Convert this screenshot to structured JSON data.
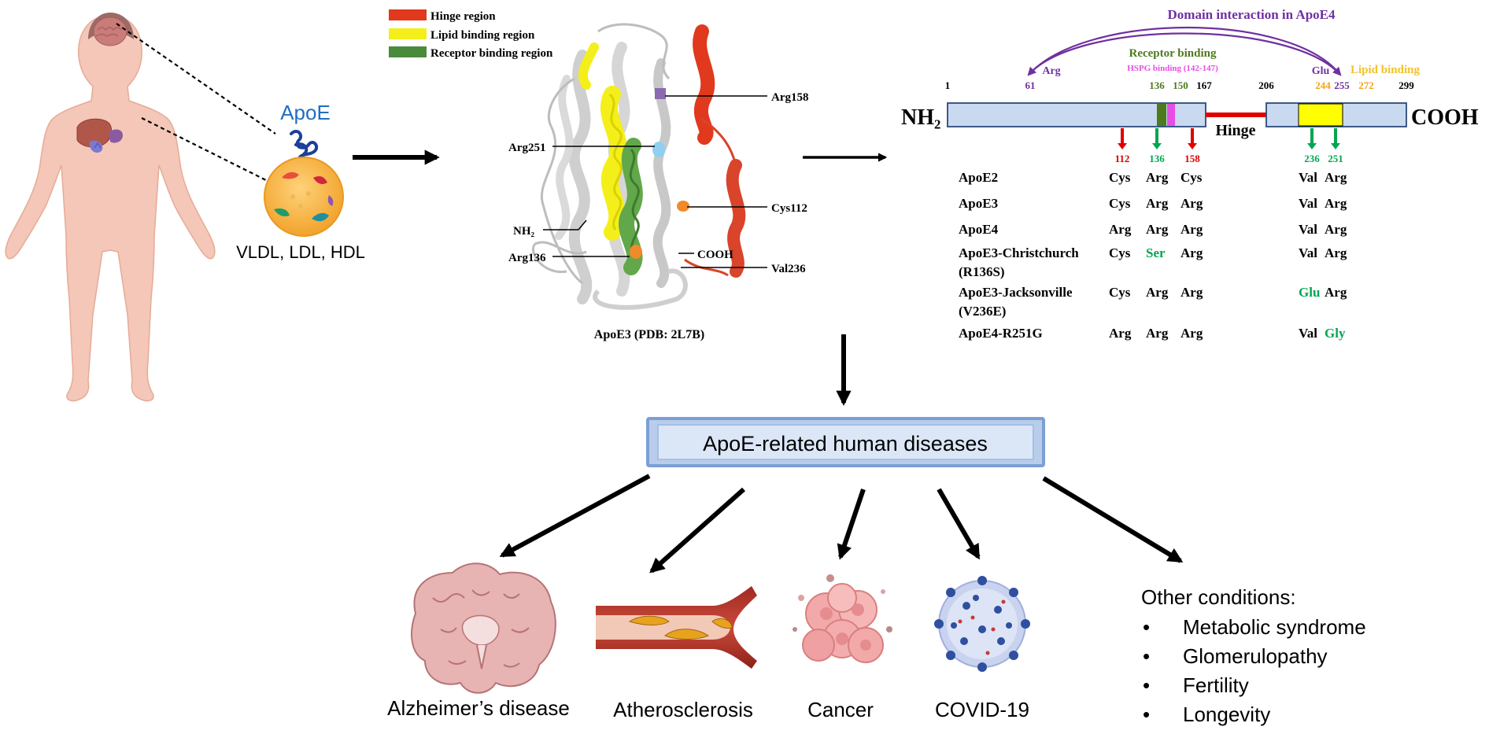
{
  "left_panel": {
    "apoe_label": "ApoE",
    "lipoprotein_label": "VLDL, LDL, HDL"
  },
  "structure": {
    "legend": [
      {
        "label": "Hinge region",
        "color": "#e0391e"
      },
      {
        "label": "Lipid binding region",
        "color": "#f4ef1a"
      },
      {
        "label": "Receptor binding region",
        "color": "#4a8a3b"
      }
    ],
    "labels": {
      "arg158": "Arg158",
      "arg251": "Arg251",
      "cys112": "Cys112",
      "nh2": "NH₂",
      "arg136": "Arg136",
      "cooh": "COOH",
      "val236": "Val236"
    },
    "caption": "ApoE3 (PDB: 2L7B)"
  },
  "domain_map": {
    "title": "Domain interaction in ApoE4",
    "arg_label": "Arg",
    "glu_label": "Glu",
    "receptor_binding": "Receptor binding",
    "hspg_binding": "HSPG binding (142-147)",
    "lipid_binding": "Lipid binding",
    "nh2": "NH₂",
    "cooh": "COOH",
    "hinge": "Hinge",
    "positions": {
      "p1": "1",
      "p61": "61",
      "p136": "136",
      "p150": "150",
      "p167": "167",
      "p206": "206",
      "p244": "244",
      "p255": "255",
      "p272": "272",
      "p299": "299"
    },
    "sites": {
      "s112": "112",
      "s136": "136",
      "s158": "158",
      "s236": "236",
      "s251": "251"
    },
    "colors": {
      "bar": "#c9d9f0",
      "purple": "#7030a0",
      "green": "#4e7a1e",
      "pink": "#e64ee6",
      "yellow": "#f3c22b",
      "red": "#e00000",
      "mut_green": "#00a651"
    }
  },
  "variants": [
    {
      "name": "ApoE2",
      "r112": "Cys",
      "r136": "Arg",
      "r158": "Cys",
      "r236": "Val",
      "r251": "Arg"
    },
    {
      "name": "ApoE3",
      "r112": "Cys",
      "r136": "Arg",
      "r158": "Arg",
      "r236": "Val",
      "r251": "Arg"
    },
    {
      "name": "ApoE4",
      "r112": "Arg",
      "r136": "Arg",
      "r158": "Arg",
      "r236": "Val",
      "r251": "Arg"
    },
    {
      "name": "ApoE3-Christchurch",
      "name2": "(R136S)",
      "r112": "Cys",
      "r136": "Ser",
      "r158": "Arg",
      "r236": "Val",
      "r251": "Arg"
    },
    {
      "name": "ApoE3-Jacksonville",
      "name2": "(V236E)",
      "r112": "Cys",
      "r136": "Arg",
      "r158": "Arg",
      "r236": "Glu",
      "r251": "Arg"
    },
    {
      "name": "ApoE4-R251G",
      "r112": "Arg",
      "r136": "Arg",
      "r158": "Arg",
      "r236": "Val",
      "r251": "Gly"
    }
  ],
  "diseases_box": {
    "label": "ApoE-related human diseases"
  },
  "diseases": {
    "alzheimers": "Alzheimer’s disease",
    "atherosclerosis": "Atherosclerosis",
    "cancer": "Cancer",
    "covid": "COVID-19"
  },
  "other_conditions": {
    "title": "Other conditions:",
    "bullet": "•",
    "items": [
      "Metabolic syndrome",
      "Glomerulopathy",
      "Fertility",
      "Longevity"
    ]
  }
}
